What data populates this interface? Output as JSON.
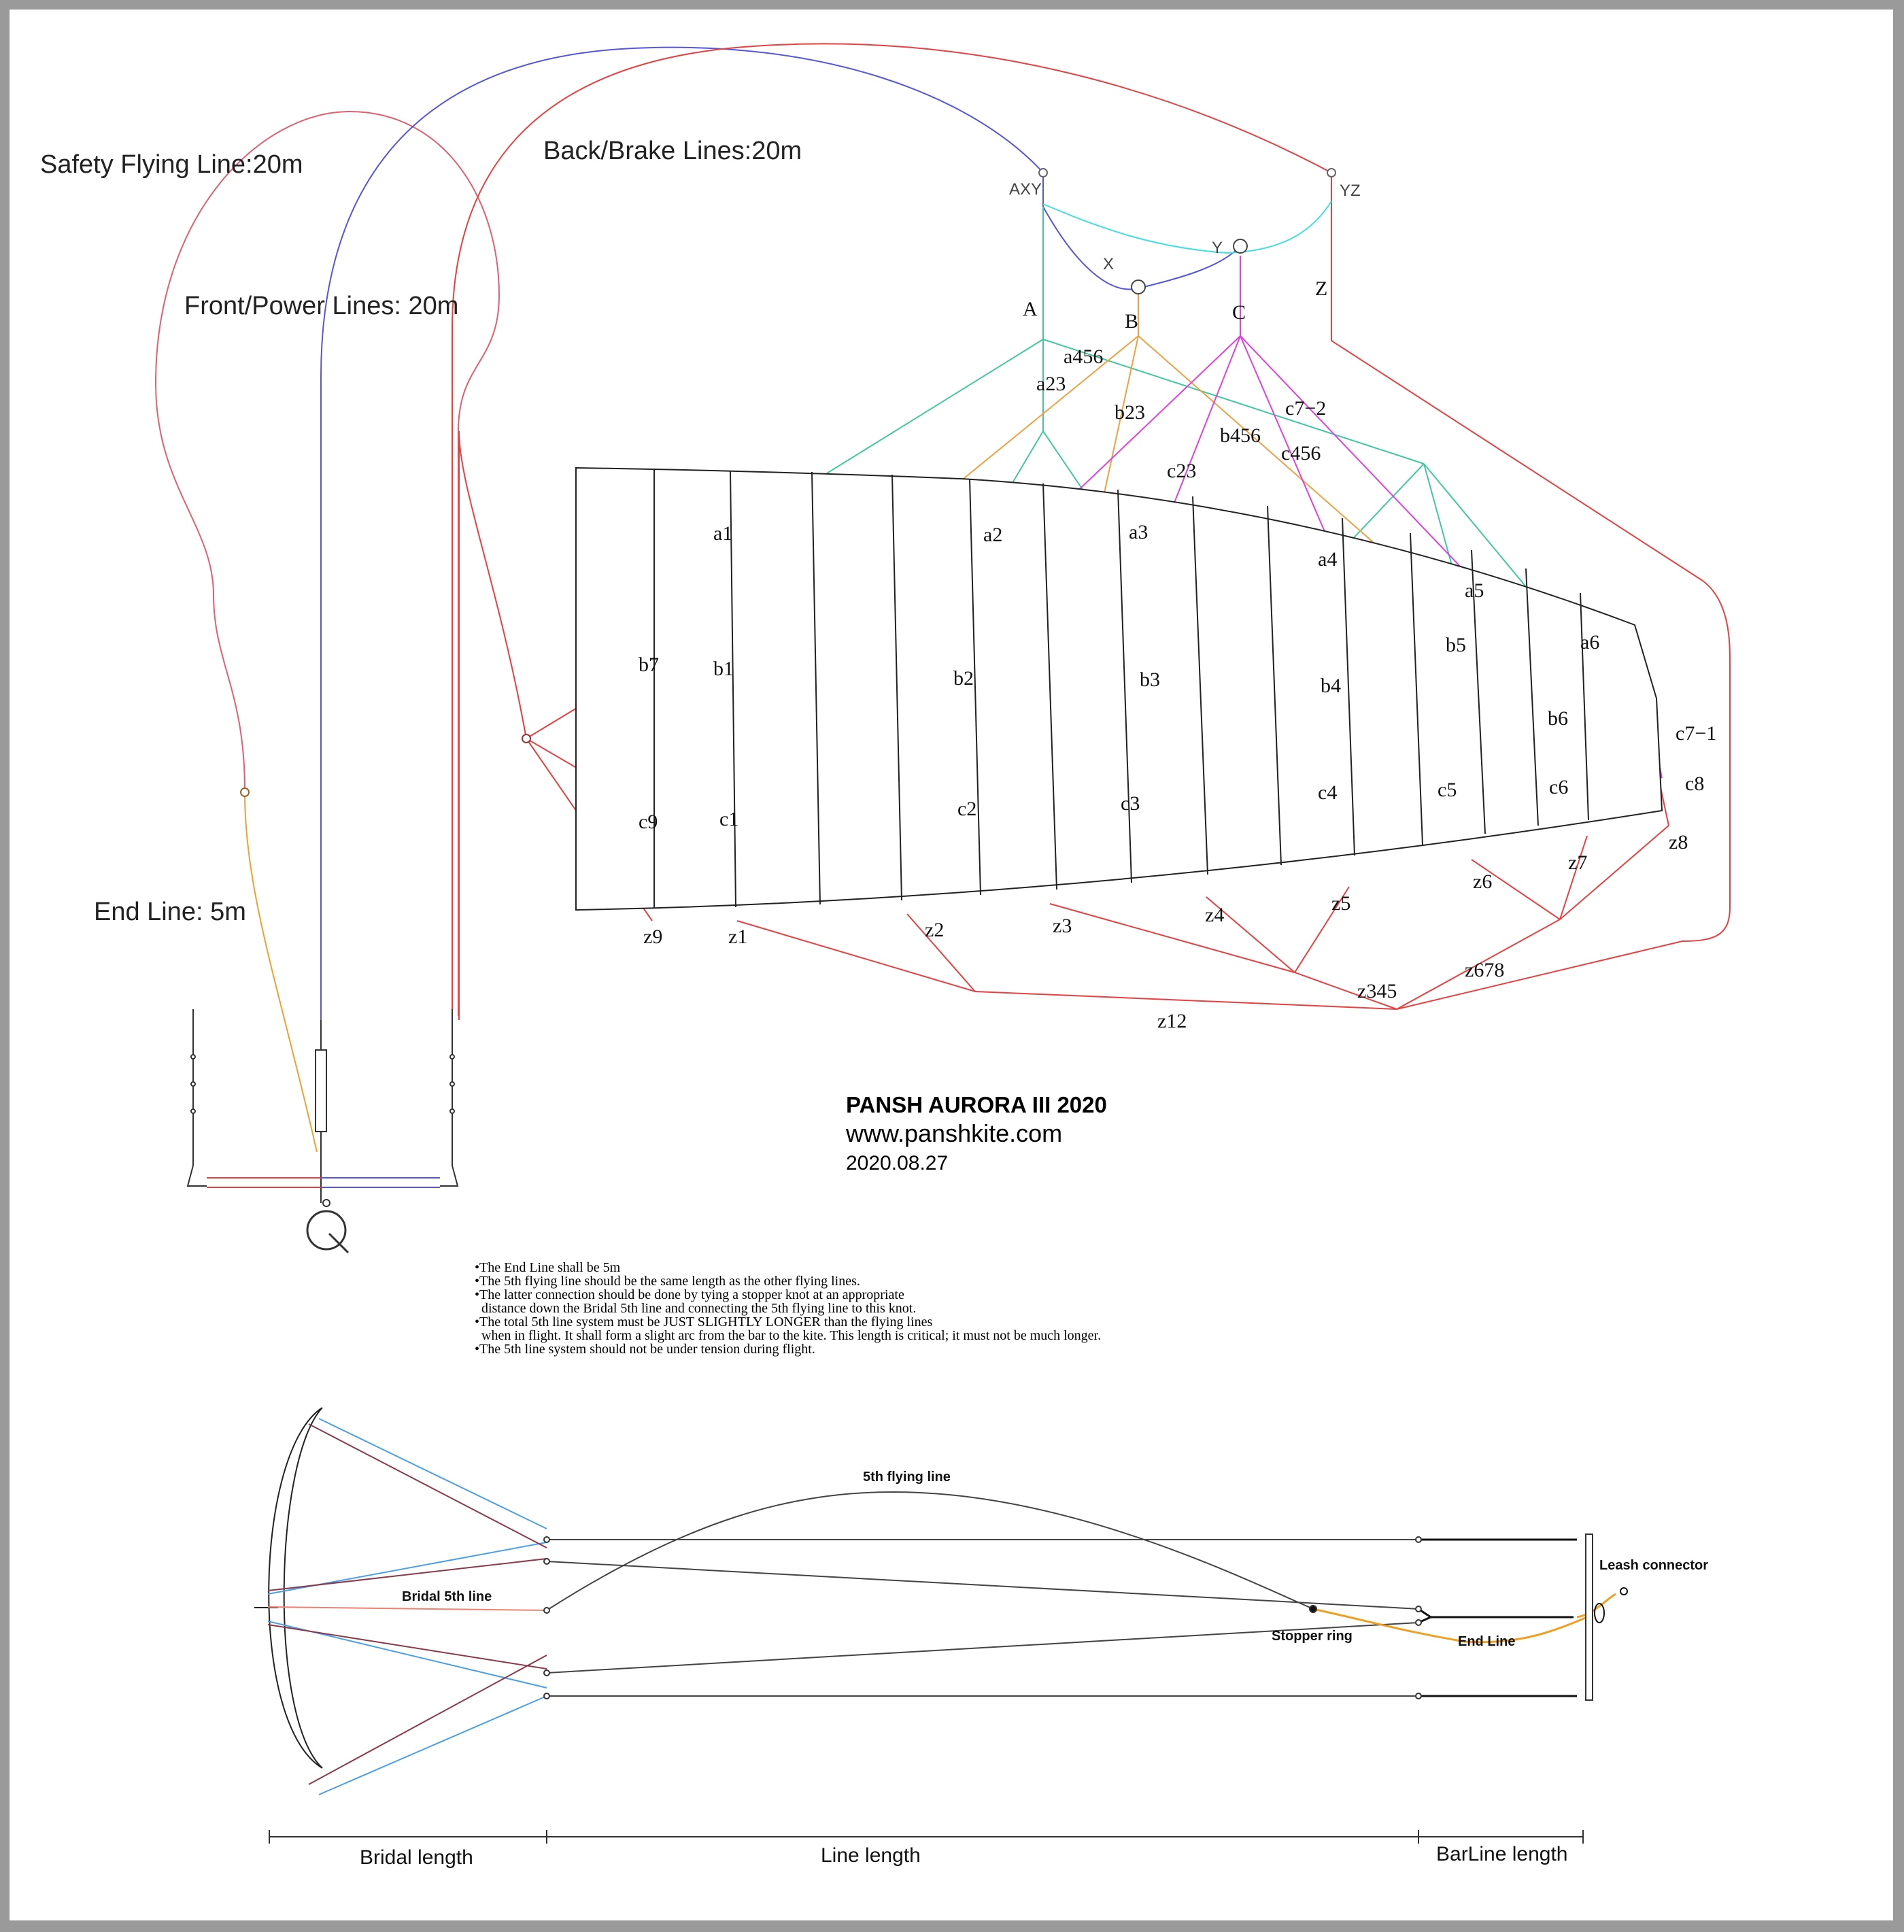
{
  "title": {
    "model": "PANSH AURORA III 2020",
    "website": "www.panshkite.com",
    "date": "2020.08.27"
  },
  "line_lengths": {
    "safety": "Safety Flying Line:20m",
    "back": "Back/Brake Lines:20m",
    "front": "Front/Power Lines: 20m",
    "end": "End Line: 5m"
  },
  "bridle_points": {
    "axy": "AXY",
    "yz": "YZ",
    "x": "X",
    "y": "Y",
    "a": "A",
    "b": "B",
    "c": "C",
    "z": "Z",
    "a456": "a456",
    "a23": "a23",
    "b23": "b23",
    "b456": "b456",
    "c7_2": "c7−2",
    "c456": "c456",
    "c23": "c23",
    "a1": "a1",
    "a2": "a2",
    "a3": "a3",
    "a4": "a4",
    "a5": "a5",
    "a6": "a6",
    "b1": "b1",
    "b2": "b2",
    "b3": "b3",
    "b4": "b4",
    "b5": "b5",
    "b6": "b6",
    "b7": "b7",
    "c1": "c1",
    "c2": "c2",
    "c3": "c3",
    "c4": "c4",
    "c5": "c5",
    "c6": "c6",
    "c7_1": "c7−1",
    "c8": "c8",
    "c9": "c9",
    "z1": "z1",
    "z2": "z2",
    "z3": "z3",
    "z4": "z4",
    "z5": "z5",
    "z6": "z6",
    "z7": "z7",
    "z8": "z8",
    "z9": "z9",
    "z12": "z12",
    "z345": "z345",
    "z678": "z678"
  },
  "notes": [
    "•The End Line shall be 5m",
    "•The 5th flying line should be the same length as the other flying lines.",
    "•The latter connection should be done by tying a stopper knot at an appropriate",
    "  distance down the Bridal 5th line and connecting the 5th flying line to this knot.",
    "•The total 5th line system must be JUST SLIGHTLY LONGER than the flying lines",
    "  when in flight. It shall form a slight arc from the bar to the kite. This length is critical; it must not be much longer.",
    "•The 5th line system should not be under tension during flight."
  ],
  "bottom_diagram": {
    "fifth_flying_line": "5th flying line",
    "bridal_5th_line": "Bridal 5th line",
    "stopper_ring": "Stopper ring",
    "end_line": "End Line",
    "leash_connector": "Leash connector",
    "bridal_length": "Bridal length",
    "line_length": "Line length",
    "barline_length": "BarLine length"
  },
  "colors": {
    "safety_line": "#e06070",
    "front_line": "#5555dd",
    "back_line": "#e84040",
    "end_line": "#f0a030",
    "a_bridle": "#40c8a0",
    "b_bridle": "#f0a040",
    "c_bridle": "#e040e0",
    "z_bridle": "#e84040",
    "top_cyan": "#40e0e0",
    "front_blue": "#4aa0e8",
    "back_brown": "#8a3a4a"
  }
}
